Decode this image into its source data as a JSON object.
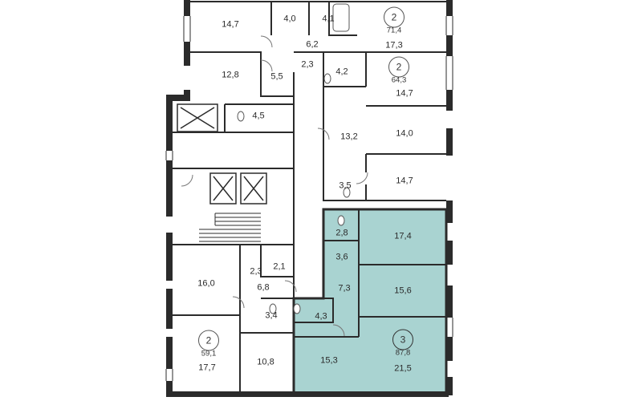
{
  "colors": {
    "wall": "#2b2b2b",
    "highlight": "#a9d3d1",
    "highlight_border": "#2b2b2b",
    "line": "#9a9a9a"
  },
  "rooms": {
    "r1": "14,7",
    "r2": "4,0",
    "r3": "4,1",
    "r4": "6,2",
    "r5": "17,3",
    "r6": "12,8",
    "r7": "5,5",
    "r8": "2,3",
    "r9": "4,2",
    "r10": "14,7",
    "r11": "4,5",
    "r12": "13,2",
    "r13": "14,0",
    "r14": "3,5",
    "r15": "14,7",
    "r16": "2,8",
    "r17": "17,4",
    "r18": "3,6",
    "r19": "7,3",
    "r20": "15,6",
    "r21": "4,3",
    "r22": "15,3",
    "r23": "21,5",
    "r24": "2,3",
    "r25": "2,1",
    "r26": "16,0",
    "r27": "6,8",
    "r28": "3,4",
    "r29": "17,7",
    "r30": "10,8"
  },
  "apartments": {
    "a1": {
      "rooms": "2",
      "area": "71,4"
    },
    "a2": {
      "rooms": "2",
      "area": "64,3"
    },
    "a3": {
      "rooms": "3",
      "area": "87,8"
    },
    "a4": {
      "rooms": "2",
      "area": "59,1"
    }
  },
  "icons": [
    "elevator-icon",
    "toilet-icon",
    "bathtub-icon",
    "stairs-icon",
    "door-swing-icon"
  ]
}
